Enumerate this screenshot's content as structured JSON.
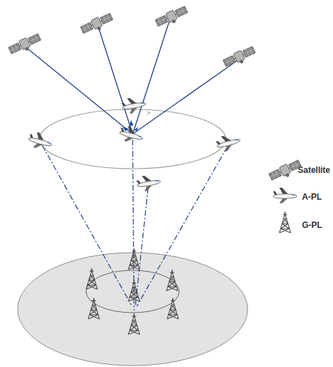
{
  "diagram": {
    "legend": [
      {
        "text": "Satellite"
      },
      {
        "text": "A-PL"
      },
      {
        "text": "G-PL"
      }
    ]
  }
}
